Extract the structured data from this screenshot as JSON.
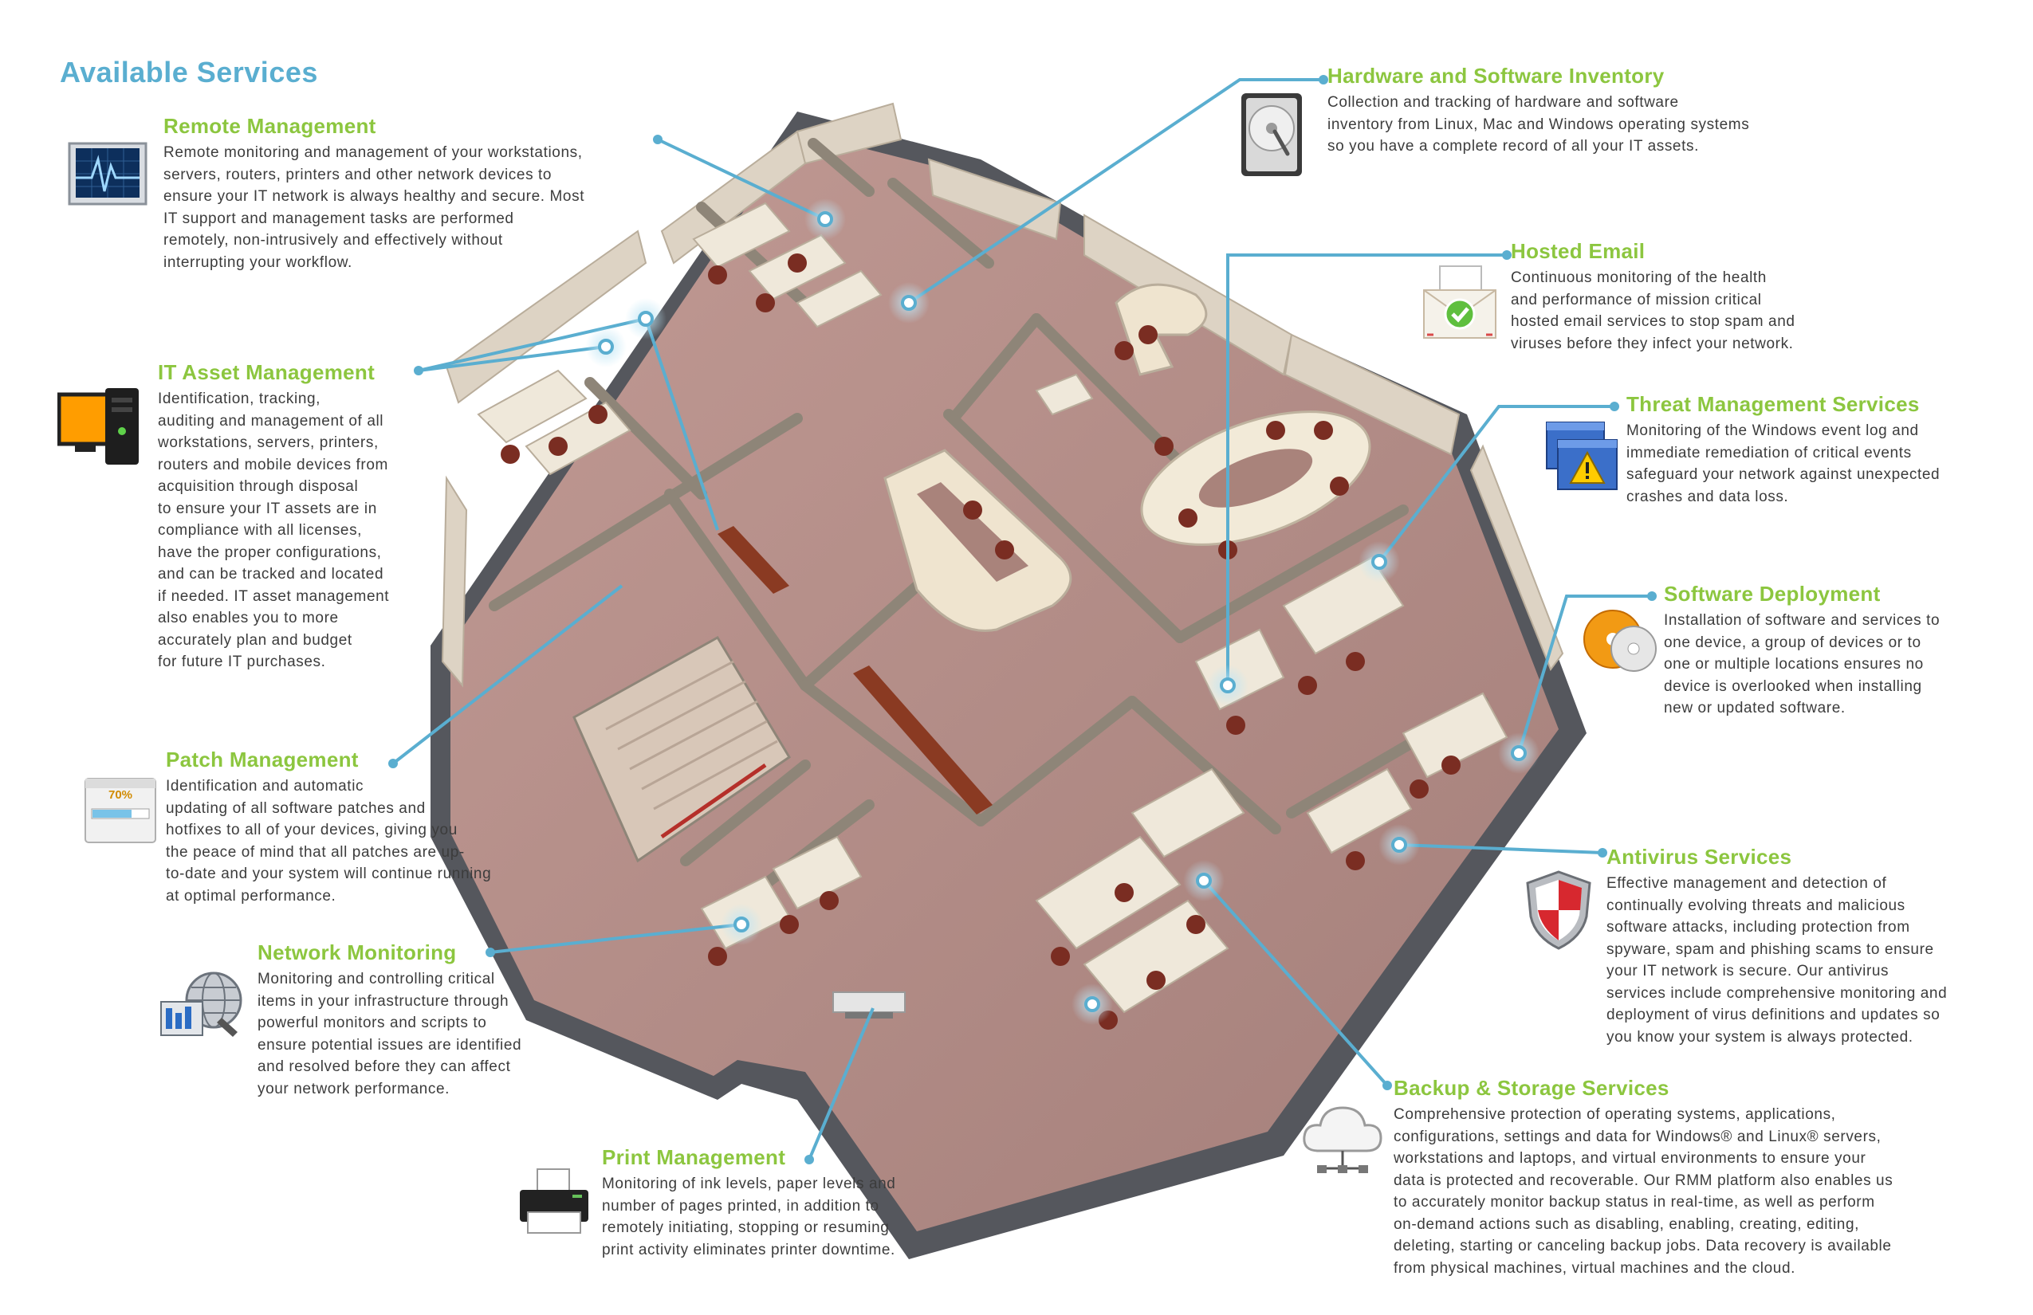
{
  "page_title": "Available Services",
  "services": {
    "remote_management": {
      "title": "Remote Management",
      "description": "Remote monitoring and management of your workstations,\nservers, routers, printers and other network devices to\nensure your IT network is always healthy and secure. Most\nIT support and management tasks are performed\nremotely, non-intrusively and effectively without\ninterrupting your workflow.",
      "icon": "heartbeat-monitor-icon"
    },
    "it_asset_management": {
      "title": "IT Asset Management",
      "description": "Identification, tracking,\nauditing and management of all\nworkstations, servers, printers,\nrouters and mobile devices from\nacquisition through disposal\nto ensure your IT assets are in\ncompliance with all licenses,\nhave the proper configurations,\nand can be tracked and located\nif needed. IT asset management\nalso enables you to more\naccurately plan and budget\nfor future IT purchases.",
      "icon": "computer-tower-icon"
    },
    "patch_management": {
      "title": "Patch Management",
      "description": "Identification and automatic\nupdating of all software patches and\nhotfixes to all of your devices, giving you\nthe peace of mind that all patches are up-\nto-date and your system will continue running\nat optimal performance.",
      "icon": "progress-window-icon",
      "progress_label": "70%",
      "progress_value": 0.7
    },
    "network_monitoring": {
      "title": "Network Monitoring",
      "description": "Monitoring and controlling critical\nitems in your infrastructure through\npowerful monitors and scripts to\nensure potential issues are identified\nand resolved before they can affect\nyour network performance.",
      "icon": "globe-network-icon"
    },
    "print_management": {
      "title": "Print Management",
      "description": "Monitoring of ink levels, paper levels and\nnumber of pages printed, in addition to\nremotely initiating, stopping or resuming\nprint activity eliminates printer downtime.",
      "icon": "printer-icon"
    },
    "hardware_software_inventory": {
      "title": "Hardware and Software Inventory",
      "description": "Collection and tracking of hardware and software\ninventory from Linux, Mac and Windows operating systems\nso you have a complete record of all your IT assets.",
      "icon": "hard-drive-icon"
    },
    "hosted_email": {
      "title": "Hosted Email",
      "description": "Continuous monitoring of the health\nand performance of mission critical\nhosted email services to stop spam and\nviruses before they infect your network.",
      "icon": "email-envelope-icon"
    },
    "threat_management": {
      "title": "Threat Management Services",
      "description": "Monitoring of the Windows event log and\nimmediate remediation of critical events\nsafeguard your network against unexpected\ncrashes and data loss.",
      "icon": "warning-window-icon"
    },
    "software_deployment": {
      "title": "Software Deployment",
      "description": "Installation of software and services to\none device, a group of devices or to\none or multiple locations ensures no\ndevice is overlooked when installing\nnew or updated software.",
      "icon": "cd-disc-icon"
    },
    "antivirus": {
      "title": "Antivirus Services",
      "description": "Effective management and detection of\ncontinually evolving threats and malicious\nsoftware attacks, including protection from\nspyware, spam and phishing scams to ensure\nyour IT network is secure. Our antivirus\nservices include comprehensive monitoring and\ndeployment of virus definitions and updates so\nyou know your system is always protected.",
      "icon": "shield-icon"
    },
    "backup_storage": {
      "title": "Backup & Storage Services",
      "description": "Comprehensive protection of operating systems, applications,\nconfigurations, settings and data for Windows® and Linux® servers,\nworkstations and laptops, and virtual environments to ensure your\ndata is protected and recoverable. Our RMM platform also enables us\nto accurately monitor backup status in real-time, as well as perform\non-demand actions such as disabling, enabling, creating, editing,\ndeleting, starting or canceling backup jobs. Data recovery is available\nfrom physical machines, virtual machines and the cloud.",
      "icon": "cloud-network-icon"
    }
  },
  "colors": {
    "title_blue": "#5aaed0",
    "heading_green": "#8cc63f",
    "connector_blue": "#5aaed0",
    "body_text": "#3c3c3c",
    "floor": "#b38c87",
    "wall": "#d9cfbf",
    "outer_wall": "#55575d"
  }
}
